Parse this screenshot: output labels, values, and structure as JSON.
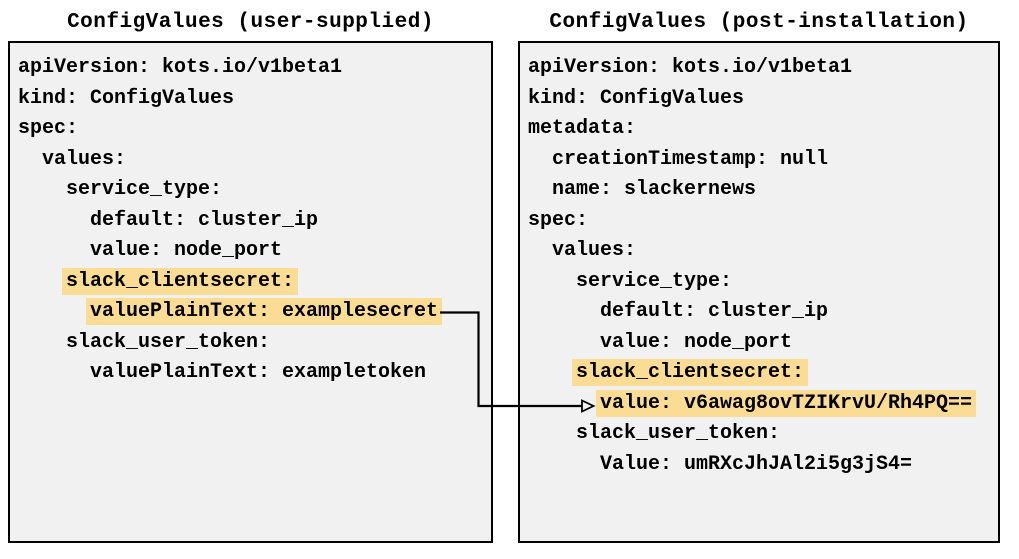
{
  "colors": {
    "panel_background": "#f1f1f1",
    "panel_border": "#000000",
    "highlight": "#fbdc94",
    "text": "#000000",
    "arrow": "#000000"
  },
  "panels": {
    "left": {
      "title": "ConfigValues (user-supplied)",
      "lines": [
        {
          "text": "apiVersion: kots.io/v1beta1",
          "indent": 0,
          "highlight": false
        },
        {
          "text": "kind: ConfigValues",
          "indent": 0,
          "highlight": false
        },
        {
          "text": "spec:",
          "indent": 0,
          "highlight": false
        },
        {
          "text": "values:",
          "indent": 1,
          "highlight": false
        },
        {
          "text": "service_type:",
          "indent": 2,
          "highlight": false
        },
        {
          "text": "default: cluster_ip",
          "indent": 3,
          "highlight": false
        },
        {
          "text": "value: node_port",
          "indent": 3,
          "highlight": false
        },
        {
          "text": "slack_clientsecret:",
          "indent": 2,
          "highlight": true
        },
        {
          "text": "valuePlainText: examplesecret",
          "indent": 3,
          "highlight": true
        },
        {
          "text": "slack_user_token:",
          "indent": 2,
          "highlight": false
        },
        {
          "text": "valuePlainText: exampletoken",
          "indent": 3,
          "highlight": false
        }
      ]
    },
    "right": {
      "title": "ConfigValues (post-installation)",
      "lines": [
        {
          "text": "apiVersion: kots.io/v1beta1",
          "indent": 0,
          "highlight": false
        },
        {
          "text": "kind: ConfigValues",
          "indent": 0,
          "highlight": false
        },
        {
          "text": "metadata:",
          "indent": 0,
          "highlight": false
        },
        {
          "text": "creationTimestamp: null",
          "indent": 1,
          "highlight": false
        },
        {
          "text": "name: slackernews",
          "indent": 1,
          "highlight": false
        },
        {
          "text": "spec:",
          "indent": 0,
          "highlight": false
        },
        {
          "text": "values:",
          "indent": 1,
          "highlight": false
        },
        {
          "text": "service_type:",
          "indent": 2,
          "highlight": false
        },
        {
          "text": "default: cluster_ip",
          "indent": 3,
          "highlight": false
        },
        {
          "text": "value: node_port",
          "indent": 3,
          "highlight": false
        },
        {
          "text": "slack_clientsecret:",
          "indent": 2,
          "highlight": true
        },
        {
          "text": "value: v6awag8ovTZIKrvU/Rh4PQ==",
          "indent": 3,
          "highlight": true
        },
        {
          "text": "slack_user_token:",
          "indent": 2,
          "highlight": false
        },
        {
          "text": "Value: umRXcJhJAl2i5g3jS4=",
          "indent": 3,
          "highlight": false
        }
      ]
    }
  },
  "connector": {
    "from": "valuePlainText: examplesecret",
    "to": "value: v6awag8ovTZIKrvU/Rh4PQ=="
  }
}
